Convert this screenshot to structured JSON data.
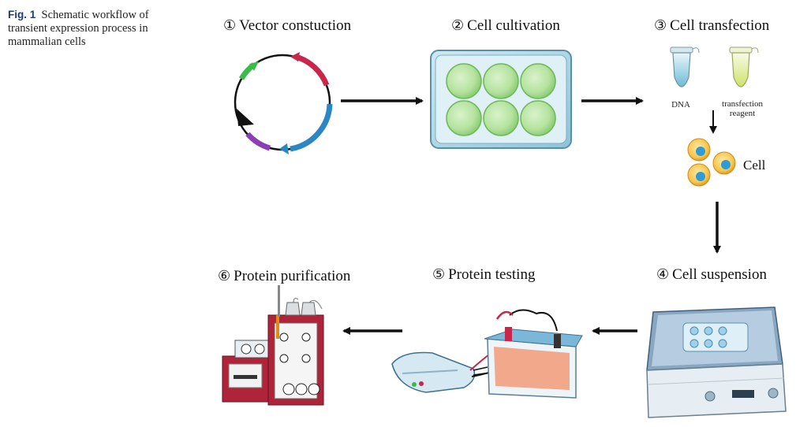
{
  "caption": {
    "label": "Fig. 1",
    "text": "Schematic workflow of transient expression process in mammalian cells"
  },
  "steps": [
    {
      "num": "①",
      "label": "Vector constuction"
    },
    {
      "num": "②",
      "label": "Cell cultivation"
    },
    {
      "num": "③",
      "label": "Cell  transfection"
    },
    {
      "num": "④",
      "label": "Cell suspension"
    },
    {
      "num": "⑤",
      "label": "Protein testing"
    },
    {
      "num": "⑥",
      "label": "Protein purification"
    }
  ],
  "transfection": {
    "dna_label": "DNA",
    "reagent_label_line1": "transfection",
    "reagent_label_line2": "reagent",
    "cell_label": "Cell"
  },
  "colors": {
    "plasmid_red": "#c8264a",
    "plasmid_blue": "#2b86c5",
    "plasmid_green": "#3dbb4a",
    "plasmid_purple": "#8a3fb5",
    "well_green": "#b9e7a6",
    "plate_blue": "#a6d4e6",
    "cell_yellow": "#f2b531",
    "nucleus_blue": "#2e9bd6",
    "instrument_red": "#b0243a",
    "gel_orange": "#f1a07e"
  }
}
